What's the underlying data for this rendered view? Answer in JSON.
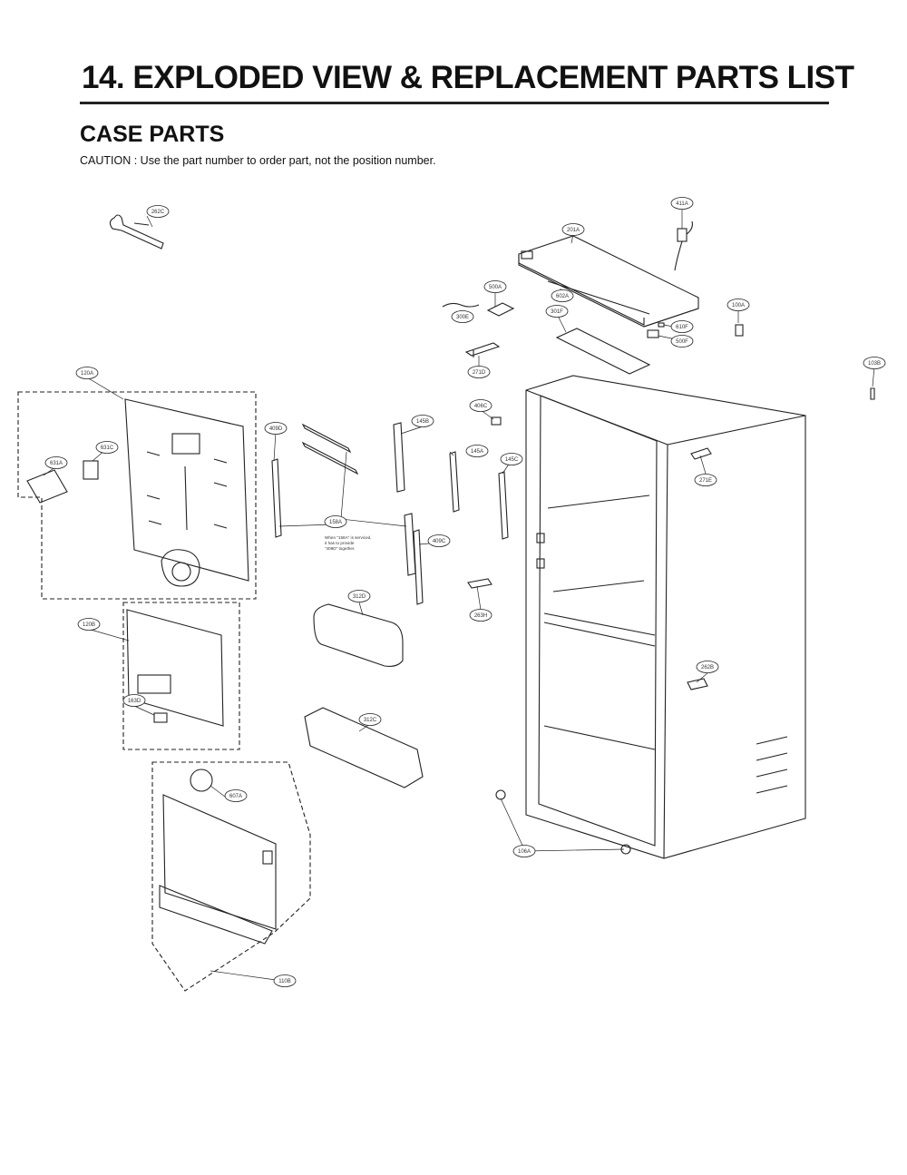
{
  "header": {
    "title": "14. EXPLODED VIEW & REPLACEMENT PARTS LIST",
    "section": "CASE PARTS",
    "caution": "CAUTION : Use the part number to order part, not the position number."
  },
  "callouts": {
    "c262c": "262C",
    "c201a": "201A",
    "c411a": "411A",
    "c500a": "500A",
    "c300e": "300E",
    "c602a": "602A",
    "c301f": "301F",
    "c610f": "610F",
    "c500f": "500F",
    "c100a": "100A",
    "c271d": "271D",
    "c103b": "103B",
    "c120a": "120A",
    "c406c": "406C",
    "c145b": "145B",
    "c409d": "409D",
    "c145a": "145A",
    "c145c": "145C",
    "c271e": "271E",
    "c631a": "631A",
    "c631c": "631C",
    "c158a": "158A",
    "c409c": "409C",
    "c312d": "312D",
    "c263h": "263H",
    "c120b": "120B",
    "c163d": "163D",
    "c262b": "262B",
    "c312c": "312C",
    "c607a": "607A",
    "c106a": "106A",
    "c110b": "110B"
  },
  "notes": {
    "line1": "When \"158A\" is serviced,",
    "line2": "it has to provide",
    "line3": "\"409D\" together."
  }
}
